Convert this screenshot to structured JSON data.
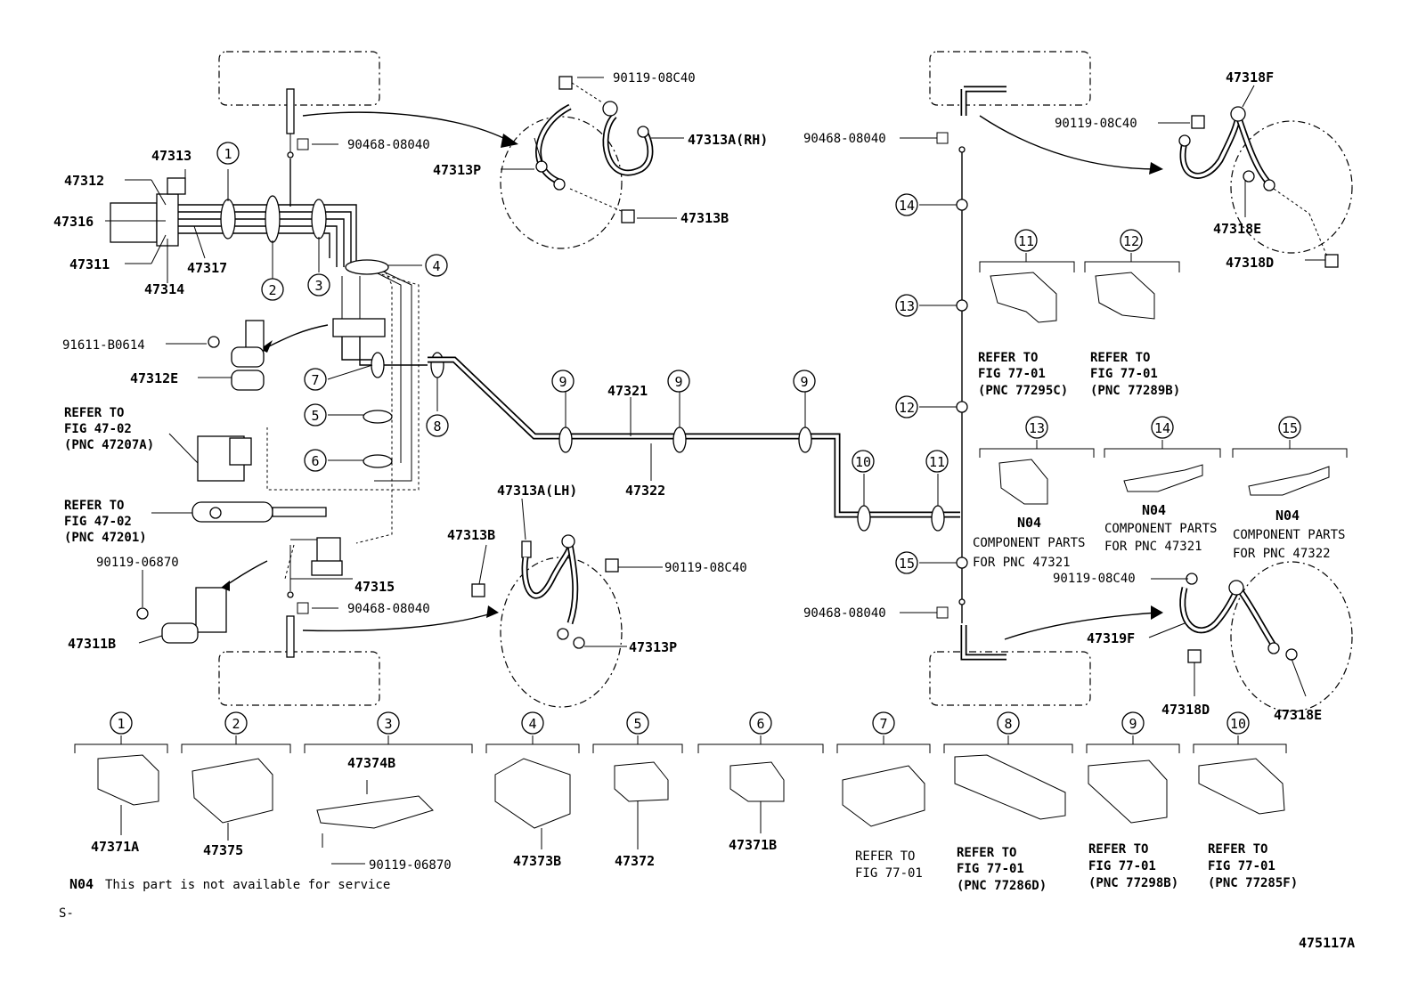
{
  "labels": {
    "p47313": "47313",
    "p47312": "47312",
    "p47316": "47316",
    "p47311": "47311",
    "p47314": "47314",
    "p47317": "47317",
    "p90119_08C40_top": "90119-08C40",
    "p90468_08040_top": "90468-08040",
    "p47313A_RH": "47313A(RH)",
    "p47313P_top": "47313P",
    "p47313B_top": "47313B",
    "p91611_B0614": "91611-B0614",
    "p47312E": "47312E",
    "p47321": "47321",
    "p47322": "47322",
    "p47313A_LH": "47313A(LH)",
    "p47313B_bot": "47313B",
    "p90119_08C40_mid": "90119-08C40",
    "p90119_06870_left": "90119-06870",
    "p47315": "47315",
    "p90468_08040_bot": "90468-08040",
    "p47311B": "47311B",
    "p47313P_bot": "47313P",
    "p90468_08040_rtop": "90468-08040",
    "p90119_08C40_rtop": "90119-08C40",
    "p47318F": "47318F",
    "p47318E_top": "47318E",
    "p47318D_top": "47318D",
    "p90119_08C40_rbot": "90119-08C40",
    "p90468_08040_rbot": "90468-08040",
    "p47319F": "47319F",
    "p47318D_bot": "47318D",
    "p47318E_bot": "47318E",
    "p47374B": "47374B",
    "p90119_06870_bot": "90119-06870",
    "p47371A": "47371A",
    "p47375": "47375",
    "p47373B": "47373B",
    "p47372": "47372",
    "p47371B": "47371B",
    "drawing_no": "475117A",
    "s_mark": "S-"
  },
  "refs": {
    "fig4702a": [
      "REFER TO",
      "FIG 47-02",
      "(PNC 47207A)"
    ],
    "fig4702b": [
      "REFER TO",
      "FIG 47-02",
      "(PNC 47201)"
    ],
    "c11": [
      "REFER TO",
      "FIG 77-01",
      "(PNC 77295C)"
    ],
    "c12": [
      "REFER TO",
      "FIG 77-01",
      "(PNC 77289B)"
    ],
    "c13": [
      "N04",
      "COMPONENT PARTS",
      "FOR PNC 47321"
    ],
    "c14": [
      "N04",
      "COMPONENT PARTS",
      "FOR PNC 47321"
    ],
    "c15": [
      "N04",
      "COMPONENT PARTS",
      "FOR PNC 47322"
    ],
    "c7": [
      "REFER TO",
      "FIG 77-01"
    ],
    "c8": [
      "REFER TO",
      "FIG 77-01",
      "(PNC 77286D)"
    ],
    "c9": [
      "REFER TO",
      "FIG 77-01",
      "(PNC 77298B)"
    ],
    "c10": [
      "REFER TO",
      "FIG 77-01",
      "(PNC 77285F)"
    ]
  },
  "footnote": {
    "code": "N04",
    "text": "This part is not available for service"
  },
  "callouts": [
    "1",
    "2",
    "3",
    "4",
    "5",
    "6",
    "7",
    "8",
    "9",
    "10",
    "11",
    "12",
    "13",
    "14",
    "15"
  ]
}
